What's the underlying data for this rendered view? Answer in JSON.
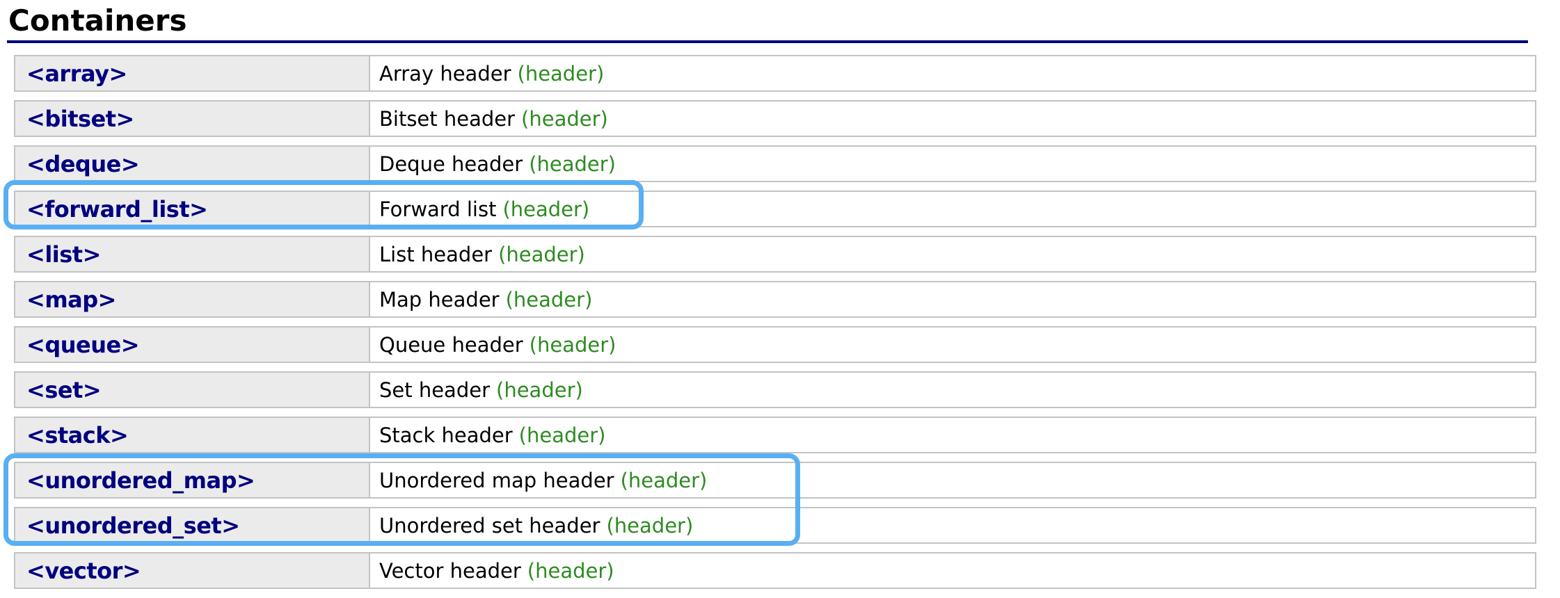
{
  "page_title": "Containers",
  "colors": {
    "title_rule_navy": "#000080",
    "link_navy": "#000080",
    "tag_green": "#2E8B22",
    "highlight_blue": "#58AFF2",
    "header_cell_bg": "#EBEBEB",
    "row_border_gray": "#C3C3C3"
  },
  "table": {
    "rows": [
      {
        "header": "<array>",
        "description": "Array header",
        "tag": "(header)",
        "highlighted": false
      },
      {
        "header": "<bitset>",
        "description": "Bitset header",
        "tag": "(header)",
        "highlighted": false
      },
      {
        "header": "<deque>",
        "description": "Deque header",
        "tag": "(header)",
        "highlighted": false
      },
      {
        "header": "<forward_list>",
        "description": "Forward list",
        "tag": "(header)",
        "highlighted": true
      },
      {
        "header": "<list>",
        "description": "List header",
        "tag": "(header)",
        "highlighted": false
      },
      {
        "header": "<map>",
        "description": "Map header",
        "tag": "(header)",
        "highlighted": false
      },
      {
        "header": "<queue>",
        "description": "Queue header",
        "tag": "(header)",
        "highlighted": false
      },
      {
        "header": "<set>",
        "description": "Set header",
        "tag": "(header)",
        "highlighted": false
      },
      {
        "header": "<stack>",
        "description": "Stack header",
        "tag": "(header)",
        "highlighted": false
      },
      {
        "header": "<unordered_map>",
        "description": "Unordered map header",
        "tag": "(header)",
        "highlighted": true
      },
      {
        "header": "<unordered_set>",
        "description": "Unordered set header",
        "tag": "(header)",
        "highlighted": true
      },
      {
        "header": "<vector>",
        "description": "Vector header",
        "tag": "(header)",
        "highlighted": false
      }
    ]
  }
}
